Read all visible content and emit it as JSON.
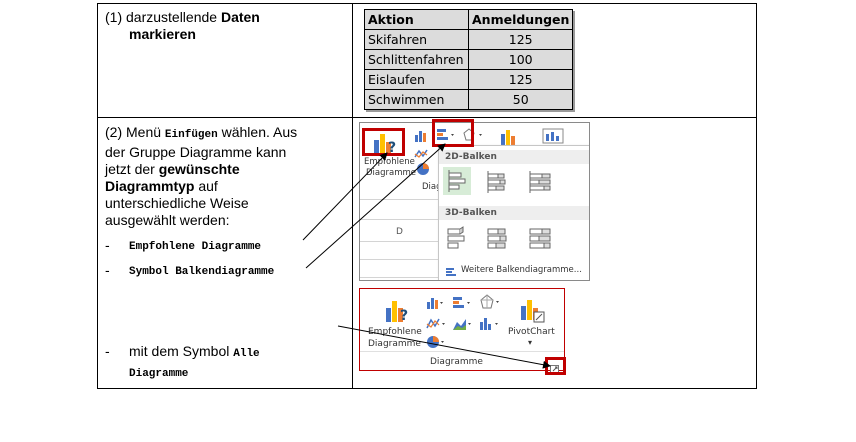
{
  "row1": {
    "step_prefix": "(1) darzustellende ",
    "step_bold": "Daten",
    "step_bold2": "markieren"
  },
  "data_table": {
    "headers": [
      "Aktion",
      "Anmeldungen"
    ],
    "rows": [
      [
        "Skifahren",
        "125"
      ],
      [
        "Schlittenfahren",
        "100"
      ],
      [
        "Eislaufen",
        "125"
      ],
      [
        "Schwimmen",
        "50"
      ]
    ]
  },
  "row2": {
    "line1_a": "(2) Menü ",
    "line1_mono": "Einfügen",
    "line1_b": " wählen. Aus",
    "line2": "der Gruppe Diagramme kann",
    "line3_a": "jetzt der ",
    "line3_bold": "gewünschte",
    "line4_bold": "Diagrammtyp",
    "line4_b": " auf",
    "line5": "unterschiedliche Weise",
    "line6": "ausgewählt werden:",
    "bullet1": "Empfohlene Diagramme",
    "bullet2": "Symbol Balkendiagramme",
    "bullet3_a": "mit dem Symbol ",
    "bullet3_mono1": "Alle",
    "bullet3_mono2": "Diagramme",
    "dash": "-"
  },
  "shot1": {
    "empfohlene_label_1": "Empfohlene",
    "empfohlene_label_2": "Diagramme",
    "diag_partial": "Diag",
    "col_d": "D",
    "section_2d": "2D-Balken",
    "section_3d": "3D-Balken",
    "more_link": "Weitere Balkendiagramme..."
  },
  "shot2": {
    "empfohlene_label_1": "Empfohlene",
    "empfohlene_label_2": "Diagramme",
    "pivot_label": "PivotChart",
    "group_label": "Diagramme"
  },
  "colors": {
    "highlight_red": "#c00000",
    "cell_gray": "#dcdcdc",
    "chart_blue": "#4472c4",
    "chart_orange": "#ed7d31",
    "chart_gray": "#a5a5a5",
    "chart_yellow": "#ffc000"
  }
}
